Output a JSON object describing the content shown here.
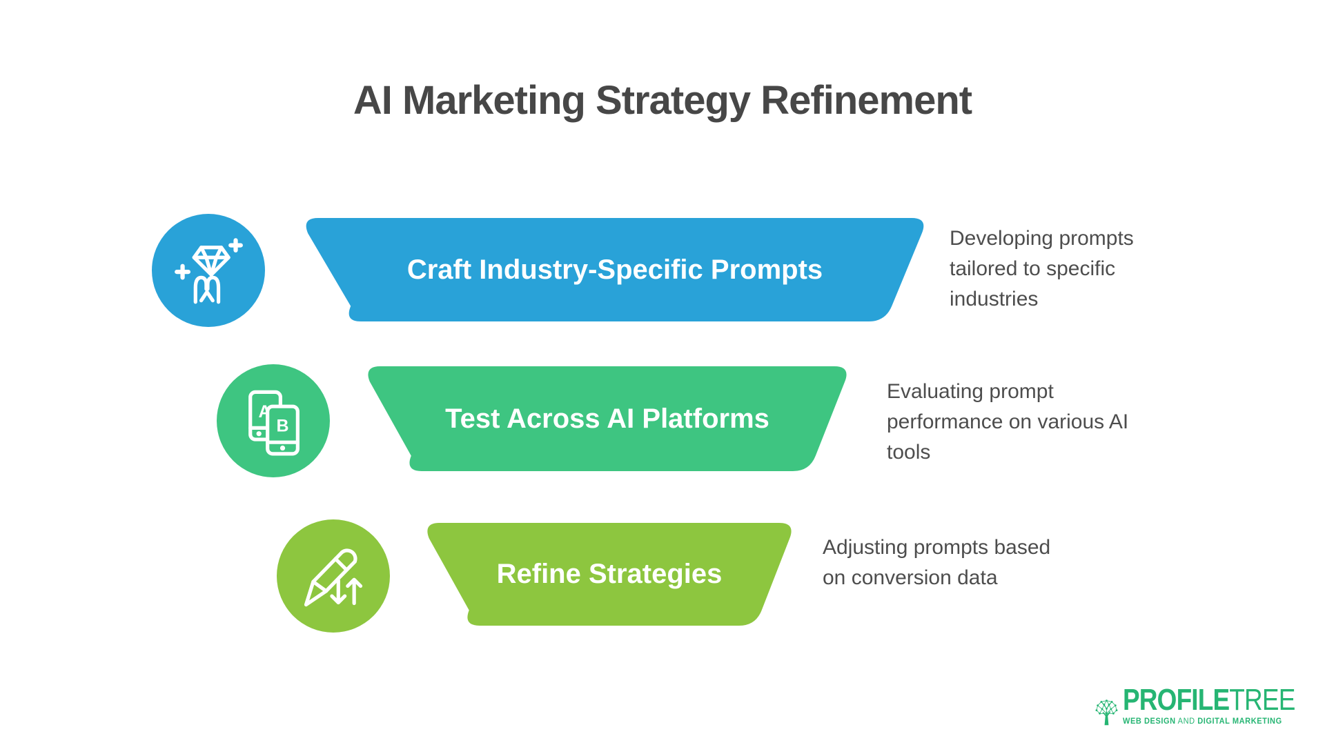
{
  "title": "AI Marketing Strategy Refinement",
  "colors": {
    "background": "#ffffff",
    "blue": "#29a2d8",
    "green": "#3ec581",
    "lime": "#8dc63f",
    "title_text": "#474747",
    "desc_text": "#4d4d4d",
    "banner_text": "#ffffff",
    "logo_green": "#26b573"
  },
  "steps": [
    {
      "label": "Craft Industry-Specific Prompts",
      "description": "Developing prompts tailored to specific industries",
      "icon": "gem-sparkle-tweezers-icon",
      "color": "#29a2d8"
    },
    {
      "label": "Test Across AI Platforms",
      "description": "Evaluating prompt performance on various AI tools",
      "icon": "ab-test-phones-icon",
      "color": "#3ec581"
    },
    {
      "label": "Refine Strategies",
      "description": "Adjusting prompts based on conversion data",
      "icon": "pen-sort-arrows-icon",
      "color": "#8dc63f"
    }
  ],
  "logo": {
    "brand_primary": "PROFILE",
    "brand_secondary": "TREE",
    "tagline_lead": "WEB DESIGN",
    "tagline_mid": " AND ",
    "tagline_tail": "DIGITAL MARKETING"
  }
}
